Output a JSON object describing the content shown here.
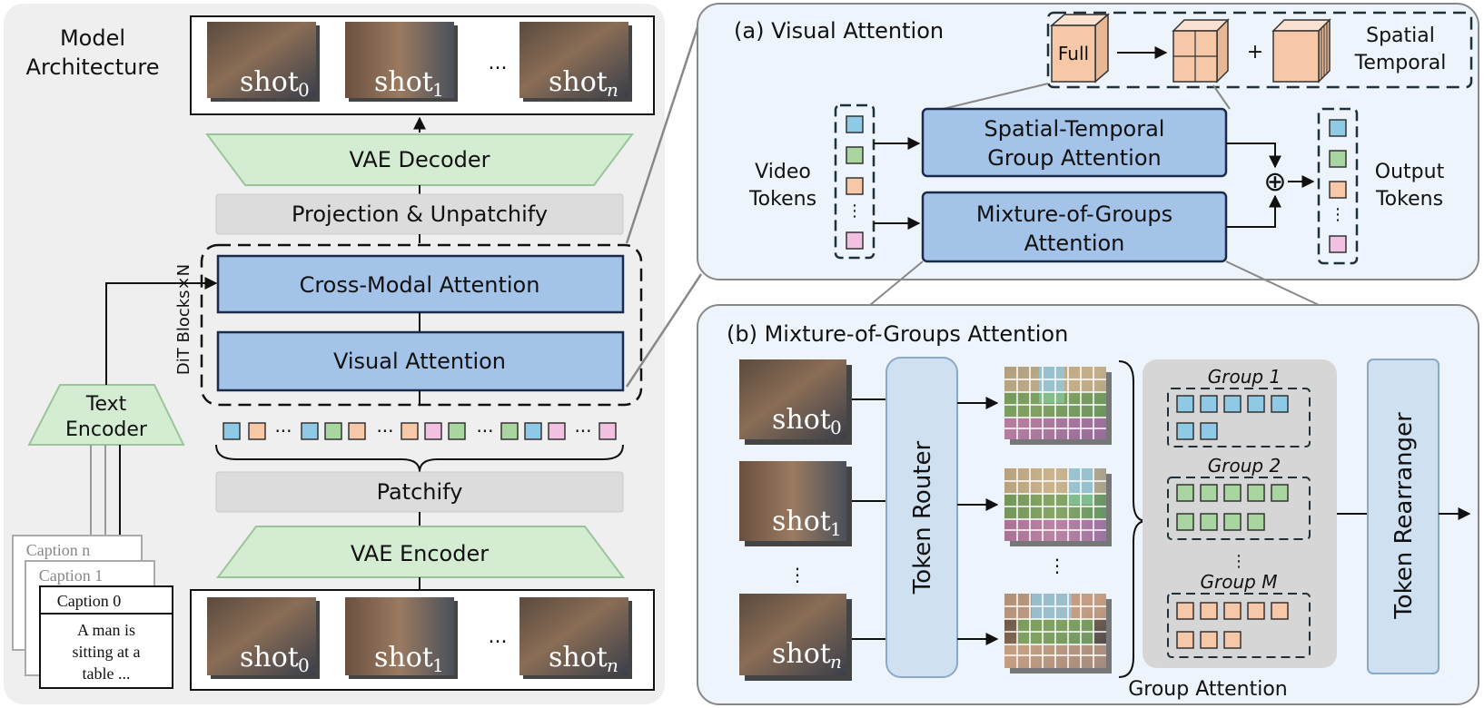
{
  "model_architecture": {
    "title_line1": "Model",
    "title_line2": "Architecture",
    "vae_decoder": "VAE Decoder",
    "projection": "Projection & Unpatchify",
    "cross_modal": "Cross-Modal Attention",
    "visual_attention": "Visual Attention",
    "dit_blocks": "DiT Blocks×N",
    "patchify": "Patchify",
    "vae_encoder": "VAE Encoder",
    "text_encoder_line1": "Text",
    "text_encoder_line2": "Encoder",
    "ellipsis": "...",
    "dots": "···",
    "captions": {
      "caption_n": "Caption n",
      "caption_1": "Caption 1",
      "caption_0": "Caption 0",
      "caption_text_1": "A man is",
      "caption_text_2": "sitting at a",
      "caption_text_3": "table ..."
    },
    "shots": {
      "word": "shot",
      "sub_0": "0",
      "sub_1": "1",
      "sub_n": "n"
    }
  },
  "visual_attention_panel": {
    "title": "(a) Visual Attention",
    "full": "Full",
    "plus": "+",
    "spatial": "Spatial",
    "temporal": "Temporal",
    "video_tokens_line1": "Video",
    "video_tokens_line2": "Tokens",
    "st_group_line1": "Spatial-Temporal",
    "st_group_line2": "Group Attention",
    "mog_line1": "Mixture-of-Groups",
    "mog_line2": "Attention",
    "output_tokens_line1": "Output",
    "output_tokens_line2": "Tokens",
    "vdots": "⋮",
    "oplus": "⊕"
  },
  "mog_panel": {
    "title": "(b) Mixture-of-Groups Attention",
    "token_router": "Token Router",
    "token_rearranger": "Token Rearranger",
    "group_1": "Group 1",
    "group_2": "Group 2",
    "group_m": "Group M",
    "group_attention": "Group Attention",
    "vdots": "⋮"
  },
  "colors": {
    "blue_token": "#8ecae6",
    "green_token": "#a8d5a0",
    "orange_token": "#f6c8a8",
    "pink_token": "#f2c0e0",
    "blue_block": "#a3c3e8",
    "green_block": "#d4ecd2",
    "gray_block": "#dcdcdc",
    "panel_bg": "#eef4fb",
    "left_bg": "#efefef"
  }
}
